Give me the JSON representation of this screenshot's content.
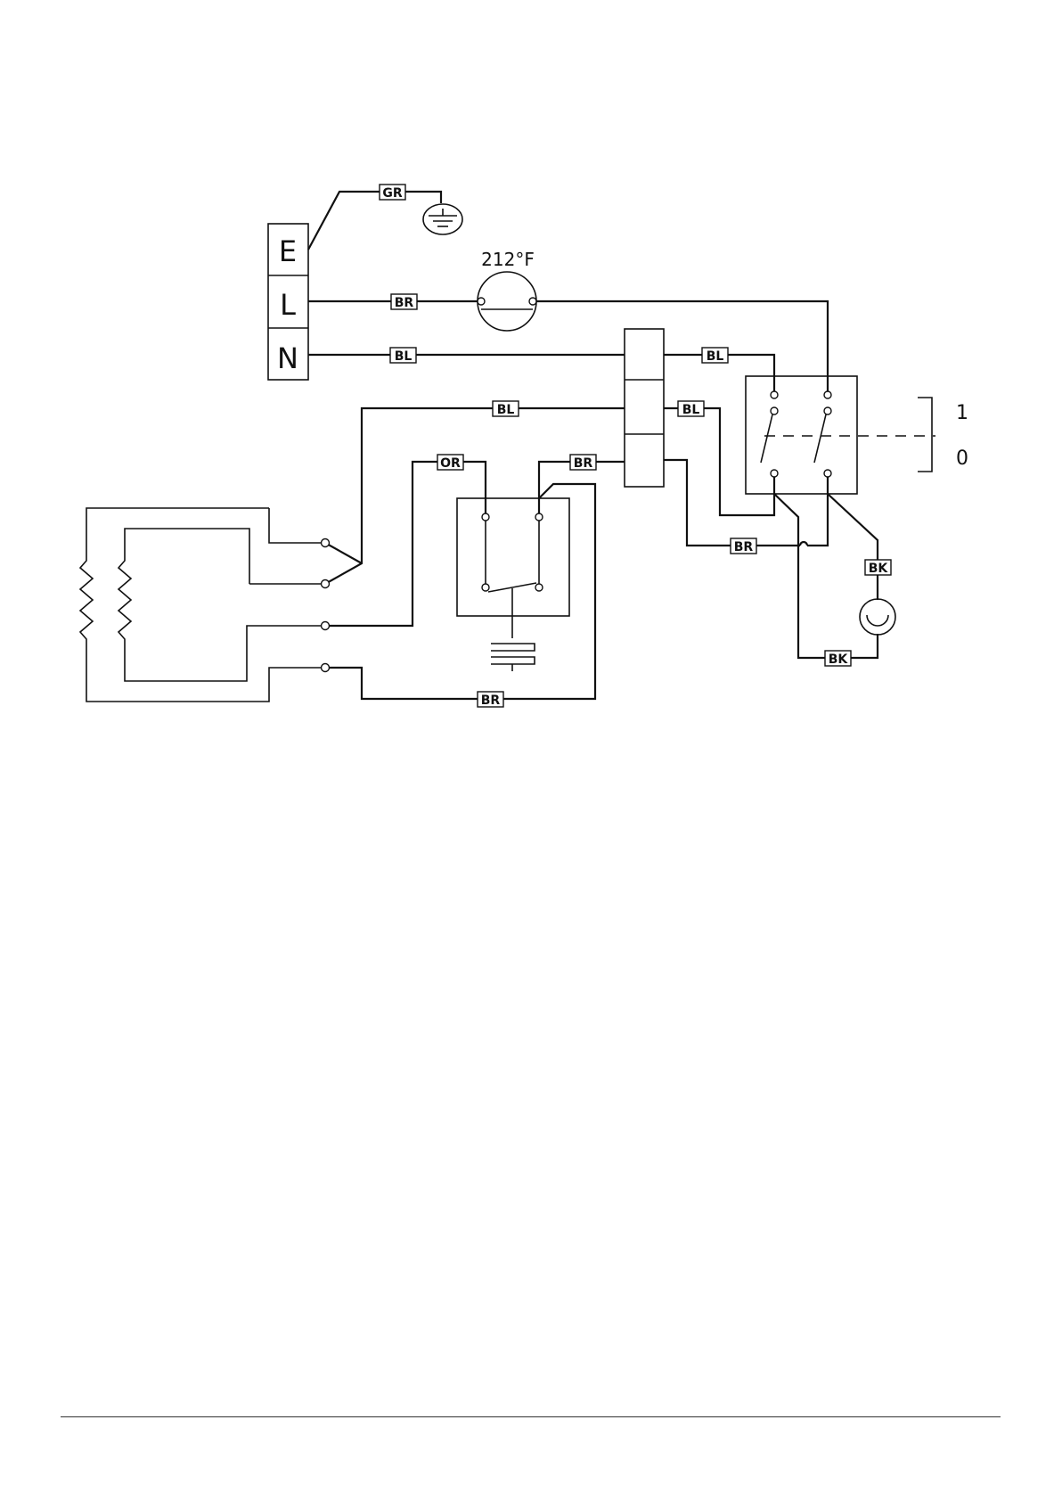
{
  "terminal_block": {
    "earth": "E",
    "live": "L",
    "neutral": "N"
  },
  "thermostat": {
    "rating": "212°F"
  },
  "switch": {
    "on_label": "1",
    "off_label": "0"
  },
  "wire_labels": {
    "ground": "GR",
    "live_feed": "BR",
    "neutral_feed": "BL",
    "connector_to_switch": "BL",
    "connector_to_switch_2": "BL",
    "element_common": "BL",
    "control_orange": "OR",
    "control_brown": "BR",
    "connector_to_switch_return": "BR",
    "lamp_feed": "BK",
    "lamp_return": "BK",
    "element_return": "BR"
  },
  "colors": {
    "line": "#111111",
    "background": "#ffffff"
  }
}
